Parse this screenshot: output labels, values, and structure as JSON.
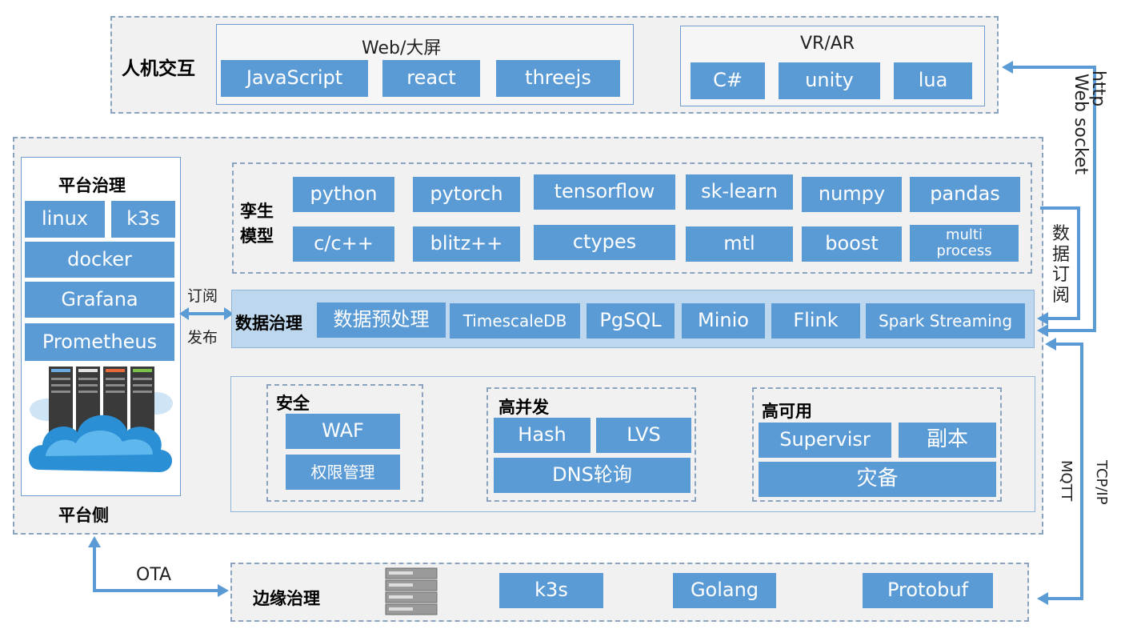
{
  "hmi": {
    "title": "人机交互",
    "web": {
      "title": "Web/大屏",
      "items": [
        "JavaScript",
        "react",
        "threejs"
      ]
    },
    "vr": {
      "title": "VR/AR",
      "items": [
        "C#",
        "unity",
        "lua"
      ]
    }
  },
  "platform": {
    "side_title": "平台侧",
    "governance": {
      "title": "平台治理",
      "items": [
        "linux",
        "k3s",
        "docker",
        "Grafana",
        "Prometheus"
      ]
    },
    "twin": {
      "title": "孪生模型",
      "items": [
        "python",
        "pytorch",
        "tensorflow",
        "sk-learn",
        "numpy",
        "pandas",
        "c/c++",
        "blitz++",
        "ctypes",
        "mtl",
        "boost",
        "multi process"
      ]
    },
    "data": {
      "title": "数据治理",
      "items": [
        "数据预处理",
        "TimescaleDB",
        "PgSQL",
        "Minio",
        "Flink",
        "Spark Streaming"
      ]
    },
    "security": {
      "title": "安全",
      "items": [
        "WAF",
        "权限管理"
      ]
    },
    "concurrency": {
      "title": "高并发",
      "items": [
        "Hash",
        "LVS",
        "DNS轮询"
      ]
    },
    "availability": {
      "title": "高可用",
      "items": [
        "Supervisr",
        "副本",
        "灾备"
      ]
    },
    "pubsub": {
      "subscribe": "订阅",
      "publish": "发布"
    }
  },
  "edge": {
    "title": "边缘治理",
    "items": [
      "k3s",
      "Golang",
      "Protobuf"
    ]
  },
  "connectors": {
    "http": "http",
    "websocket": "Web socket",
    "data_subscribe": "数据订阅",
    "tcpip": "TCP/IP",
    "mqtt": "MQTT",
    "ota": "OTA"
  },
  "colors": {
    "box": "#5b9bd5",
    "arrow": "#5b9bd5",
    "panel": "#f1f1f1",
    "band": "#bdd7ee"
  }
}
